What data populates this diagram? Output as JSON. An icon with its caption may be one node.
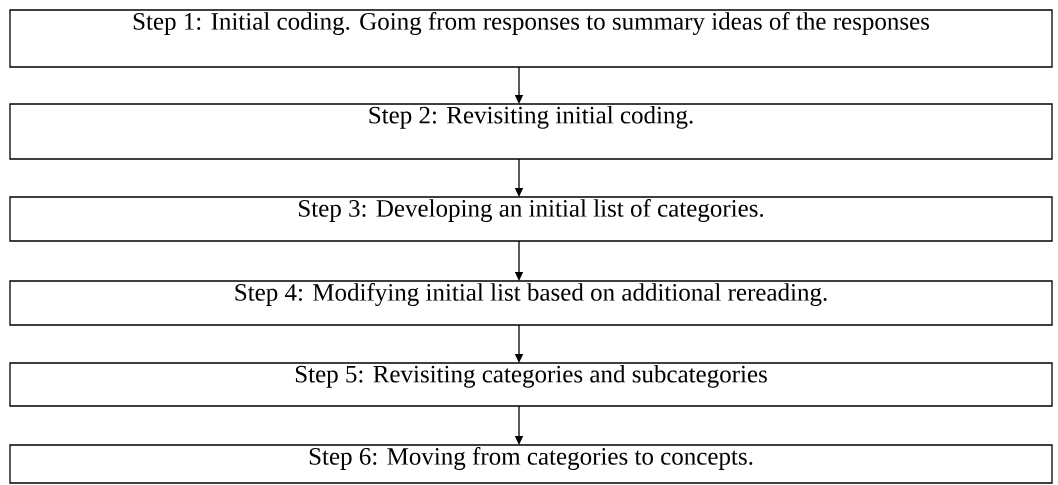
{
  "diagram": {
    "nodes": [
      {
        "text": [
          "Step 1: Initial coding. Going from responses to summary ideas of the responses"
        ]
      },
      {
        "text": [
          "Step 2: Revisiting initial coding."
        ]
      },
      {
        "text": [
          "Step 3: Developing an initial list of categories."
        ]
      },
      {
        "text": [
          "Step 4: Modifying initial list based on additional rereading."
        ]
      },
      {
        "text": [
          "Step 5: Revisiting categories and subcategories"
        ]
      },
      {
        "text": [
          "Step 6: Moving from categories to concepts."
        ]
      }
    ],
    "edges": [
      {
        "from": 0,
        "to": 1,
        "arrow": "to"
      },
      {
        "from": 1,
        "to": 2,
        "arrow": "to"
      },
      {
        "from": 2,
        "to": 3,
        "arrow": "to"
      },
      {
        "from": 3,
        "to": 4,
        "arrow": "to"
      },
      {
        "from": 4,
        "to": 5,
        "arrow": "to"
      }
    ]
  }
}
